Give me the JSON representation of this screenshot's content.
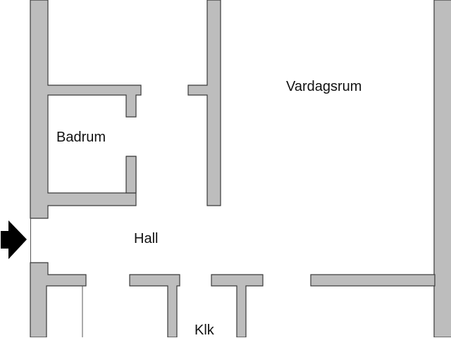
{
  "floorplan": {
    "rooms": [
      {
        "id": "vardagsrum",
        "label": "Vardagsrum"
      },
      {
        "id": "badrum",
        "label": "Badrum"
      },
      {
        "id": "hall",
        "label": "Hall"
      },
      {
        "id": "klk",
        "label": "Klk"
      }
    ],
    "entrance": {
      "icon": "arrow-right-icon"
    },
    "colors": {
      "wall_fill": "#bdbdbd",
      "wall_outline": "#3a3a3a",
      "background": "#ffffff",
      "label": "#111111",
      "entrance_arrow": "#000000"
    }
  }
}
